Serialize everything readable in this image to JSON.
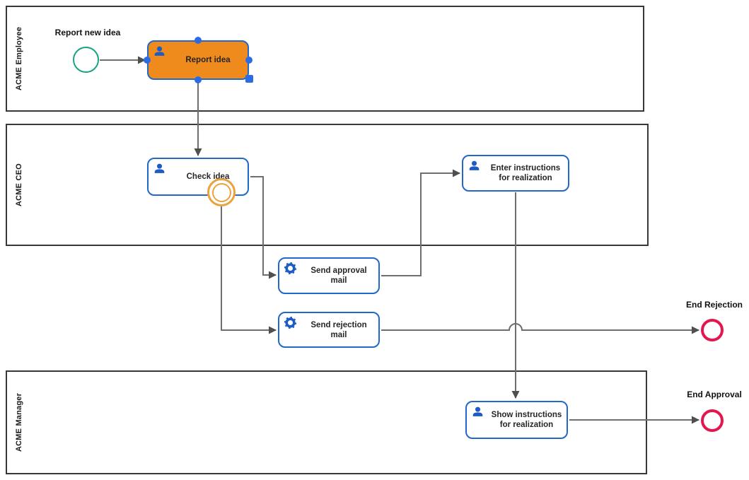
{
  "diagram": {
    "lanes": [
      {
        "label": "ACME Employee"
      },
      {
        "label": "ACME CEO"
      },
      {
        "label": "ACME Manager"
      }
    ],
    "events": {
      "start_label": "Report new idea",
      "end_rejection_label": "End Rejection",
      "end_approval_label": "End Approval"
    },
    "tasks": {
      "report_idea": "Report idea",
      "check_idea": "Check idea",
      "send_approval": "Send approval\nmail",
      "send_rejection": "Send rejection\nmail",
      "enter_instructions": "Enter instructions\nfor realization",
      "show_instructions": "Show instructions\nfor realization"
    },
    "icons": {
      "user_task": "user-icon",
      "service_task": "gear-icon"
    },
    "colors": {
      "task_border": "#2268c8",
      "icon_blue": "#1d5cc4",
      "task_fill_selected": "#ef8a1d",
      "start_event": "#17a384",
      "boundary_event": "#eba23b",
      "end_event": "#e5164e",
      "flow": "#6e6e6e",
      "arrowhead": "#4f4f4f",
      "lane_border": "#383838",
      "handle": "#2c6ce3",
      "text": "#262626"
    }
  }
}
